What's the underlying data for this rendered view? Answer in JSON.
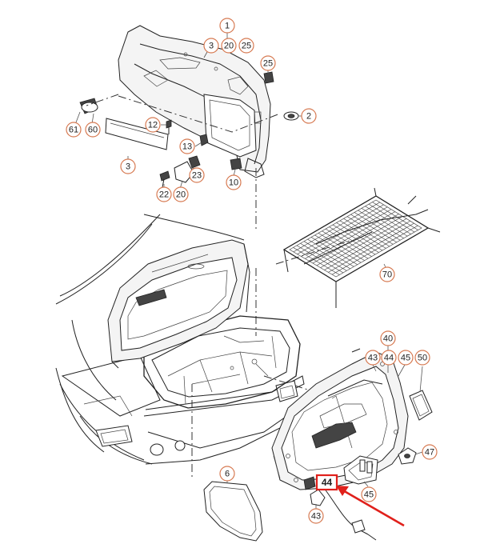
{
  "callouts": [
    {
      "id": "c1",
      "label": "1"
    },
    {
      "id": "c3a",
      "label": "3"
    },
    {
      "id": "c20a",
      "label": "20"
    },
    {
      "id": "c25a",
      "label": "25"
    },
    {
      "id": "c25b",
      "label": "25"
    },
    {
      "id": "c2",
      "label": "2"
    },
    {
      "id": "c61",
      "label": "61"
    },
    {
      "id": "c60",
      "label": "60"
    },
    {
      "id": "c12",
      "label": "12"
    },
    {
      "id": "c13",
      "label": "13"
    },
    {
      "id": "c3b",
      "label": "3"
    },
    {
      "id": "c23",
      "label": "23"
    },
    {
      "id": "c22",
      "label": "22"
    },
    {
      "id": "c20b",
      "label": "20"
    },
    {
      "id": "c10",
      "label": "10"
    },
    {
      "id": "c70",
      "label": "70"
    },
    {
      "id": "c40",
      "label": "40"
    },
    {
      "id": "c43a",
      "label": "43"
    },
    {
      "id": "c44a",
      "label": "44"
    },
    {
      "id": "c45a",
      "label": "45"
    },
    {
      "id": "c50",
      "label": "50"
    },
    {
      "id": "c47",
      "label": "47"
    },
    {
      "id": "c6",
      "label": "6"
    },
    {
      "id": "c45b",
      "label": "45"
    },
    {
      "id": "c43b",
      "label": "43"
    }
  ],
  "highlight": {
    "label": "44",
    "color": "#e0201b"
  },
  "callout_color": "#d77a52"
}
